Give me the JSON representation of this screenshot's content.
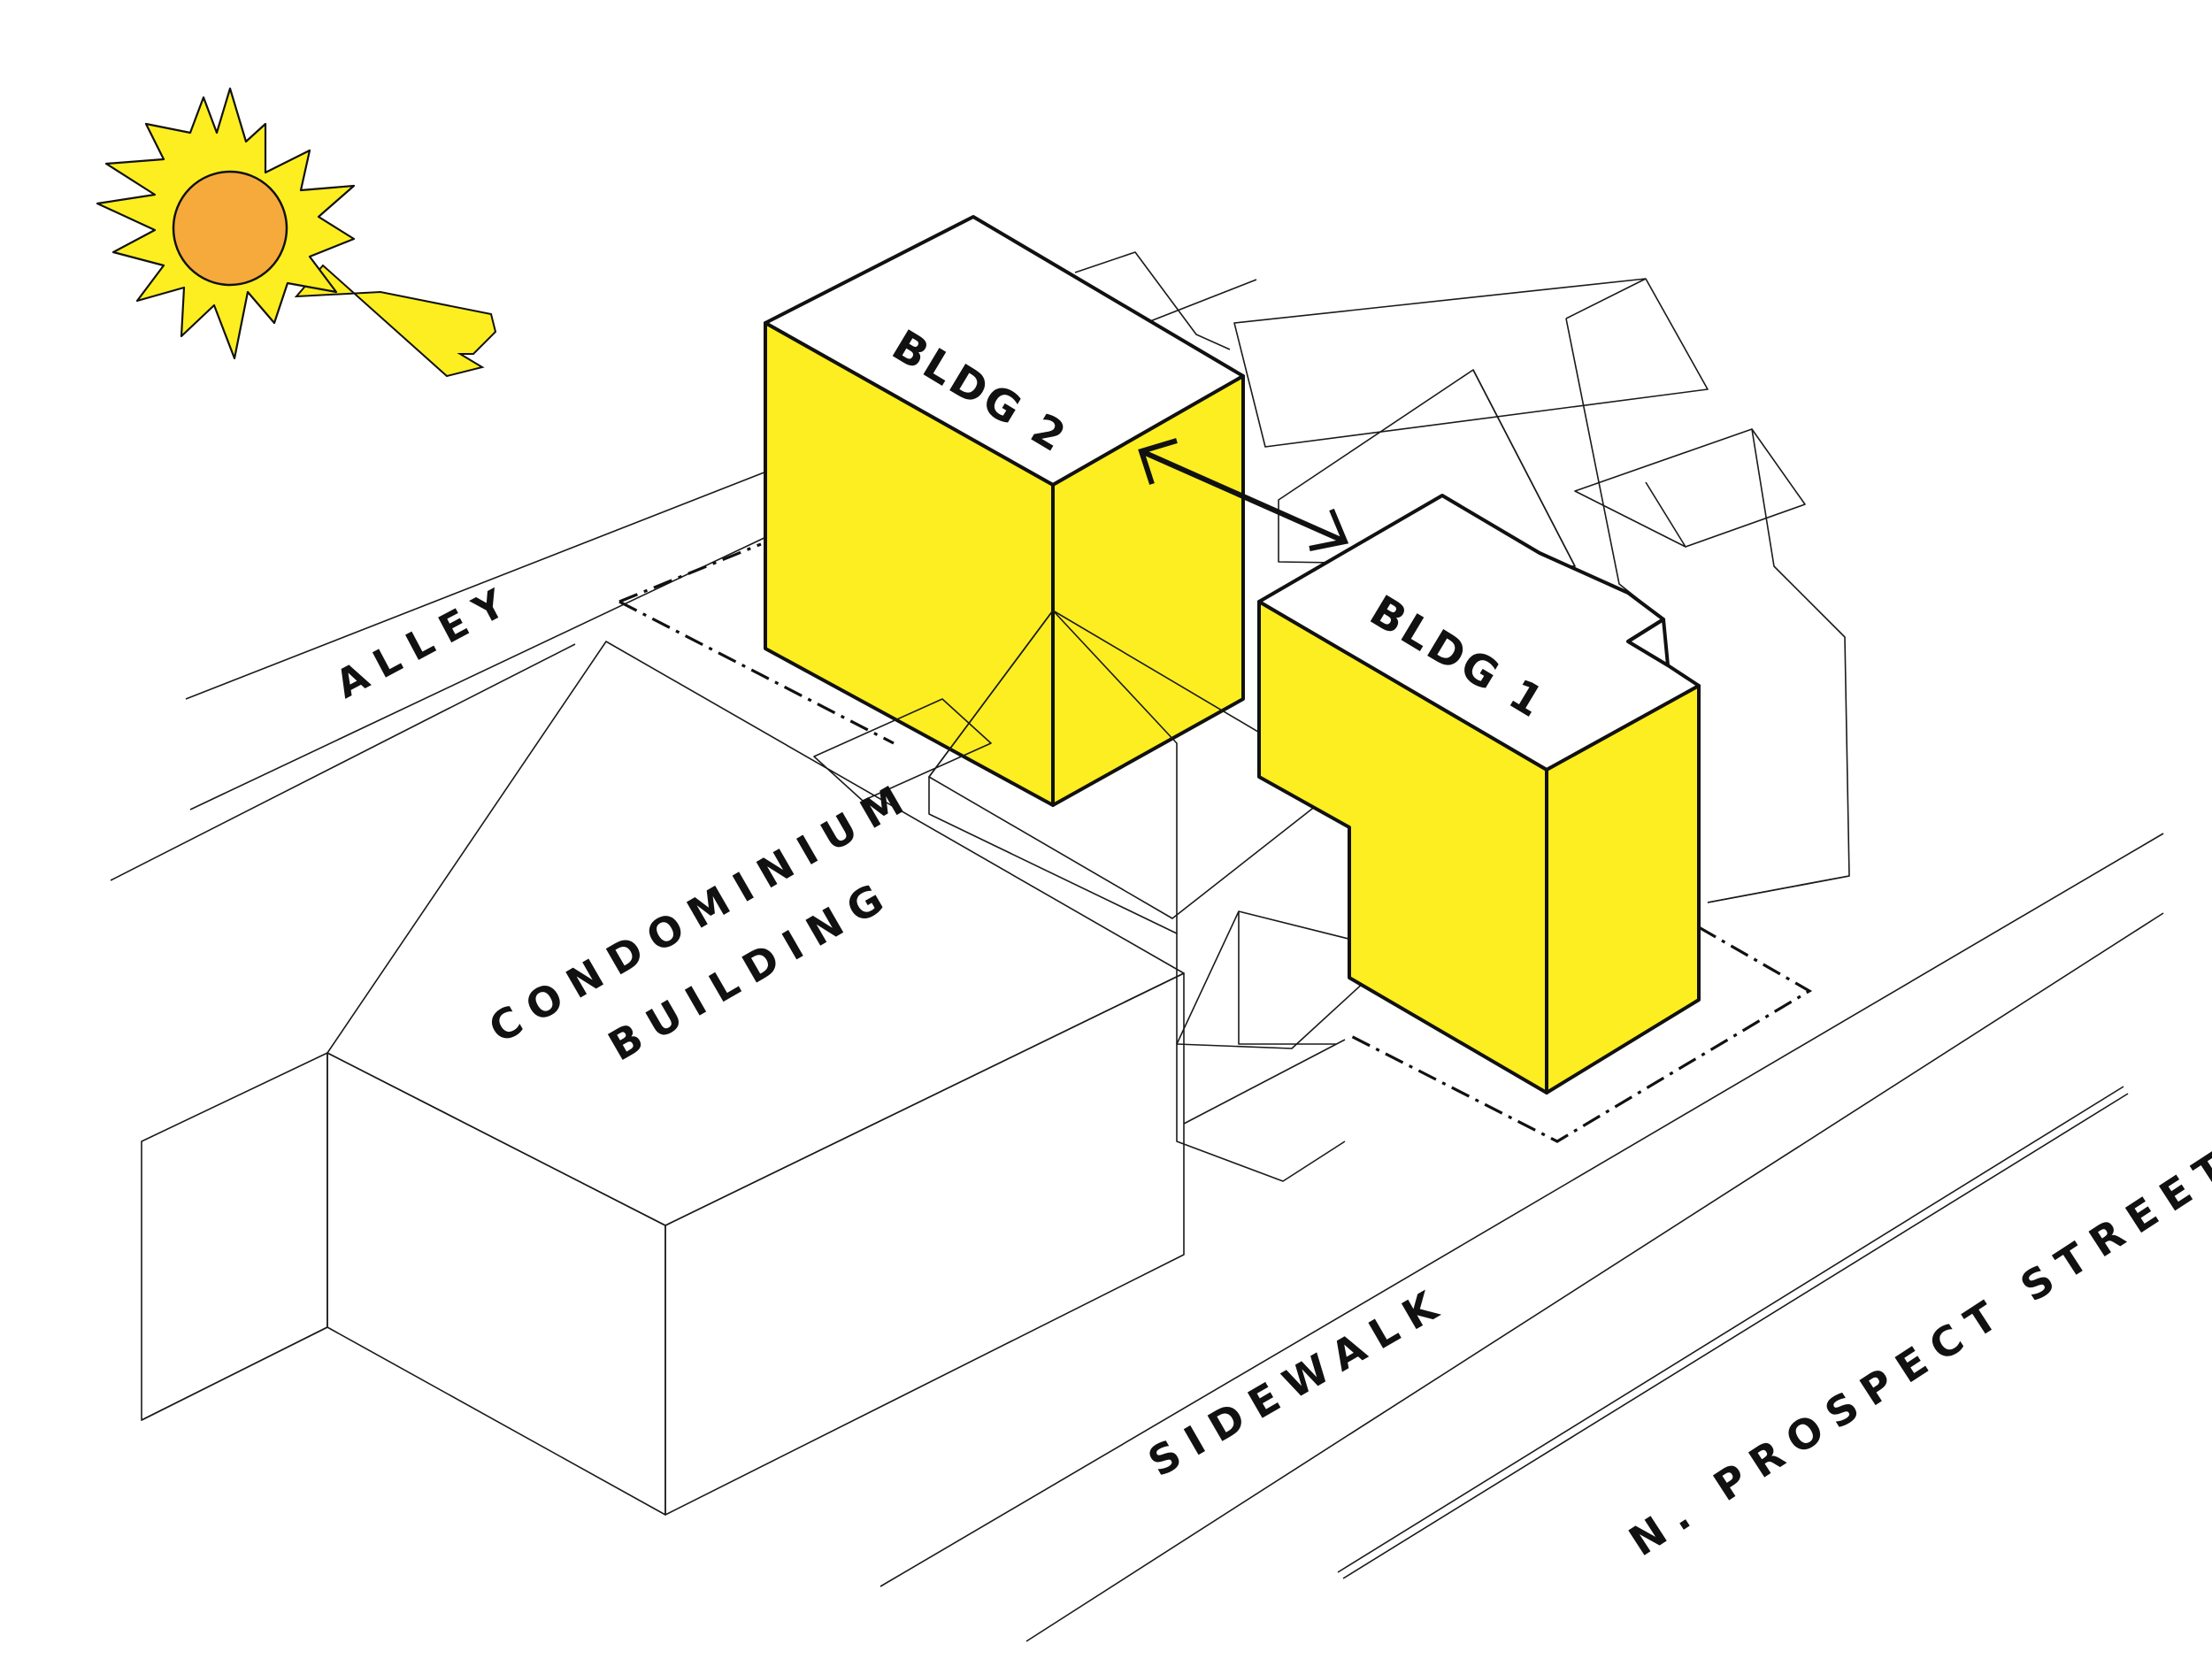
{
  "labels": {
    "alley": "ALLEY",
    "condo_line1": "CONDOMINIUM",
    "condo_line2": "BUILDING",
    "bldg1": "BLDG 1",
    "bldg2": "BLDG 2",
    "sidewalk": "SIDEWALK",
    "street": "N. PROSPECT STREET"
  },
  "colors": {
    "building_fill": "#FCEE21",
    "sun_rays": "#FCEE21",
    "sun_core": "#F7AA3C",
    "line": "#111111",
    "background": "#FFFFFF"
  },
  "icons": {
    "sun": "sun-icon",
    "sun_direction": "arrow-icon",
    "separation": "double-arrow-icon"
  }
}
